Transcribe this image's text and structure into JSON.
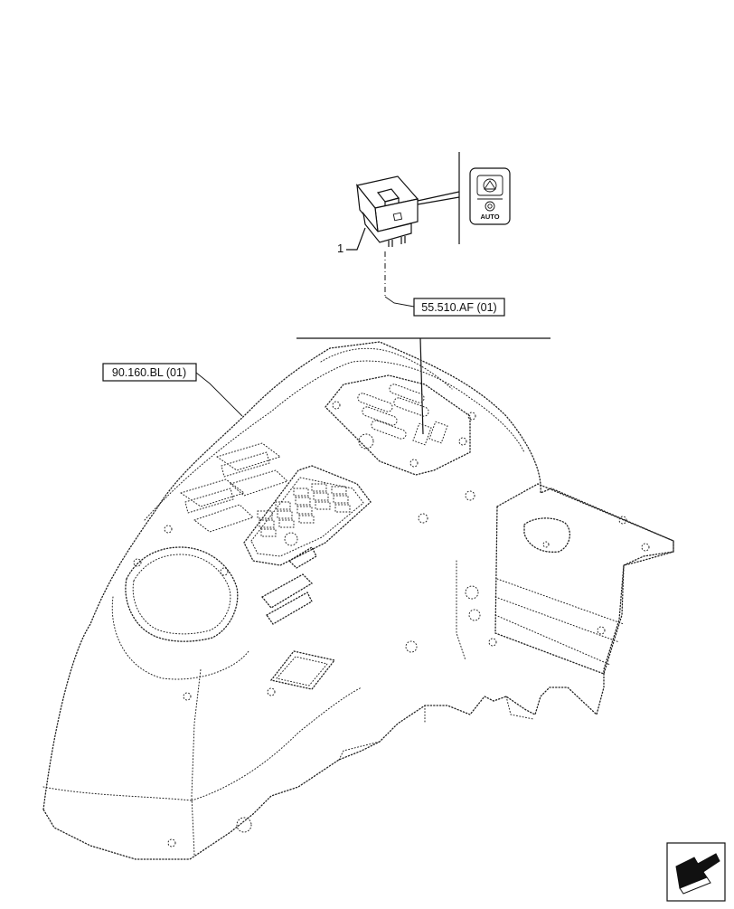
{
  "callouts": {
    "item_number": "1",
    "ref_switch": "55.510.AF (01)",
    "ref_fender": "90.160.BL (01)"
  },
  "symbol": {
    "label": "AUTO"
  }
}
